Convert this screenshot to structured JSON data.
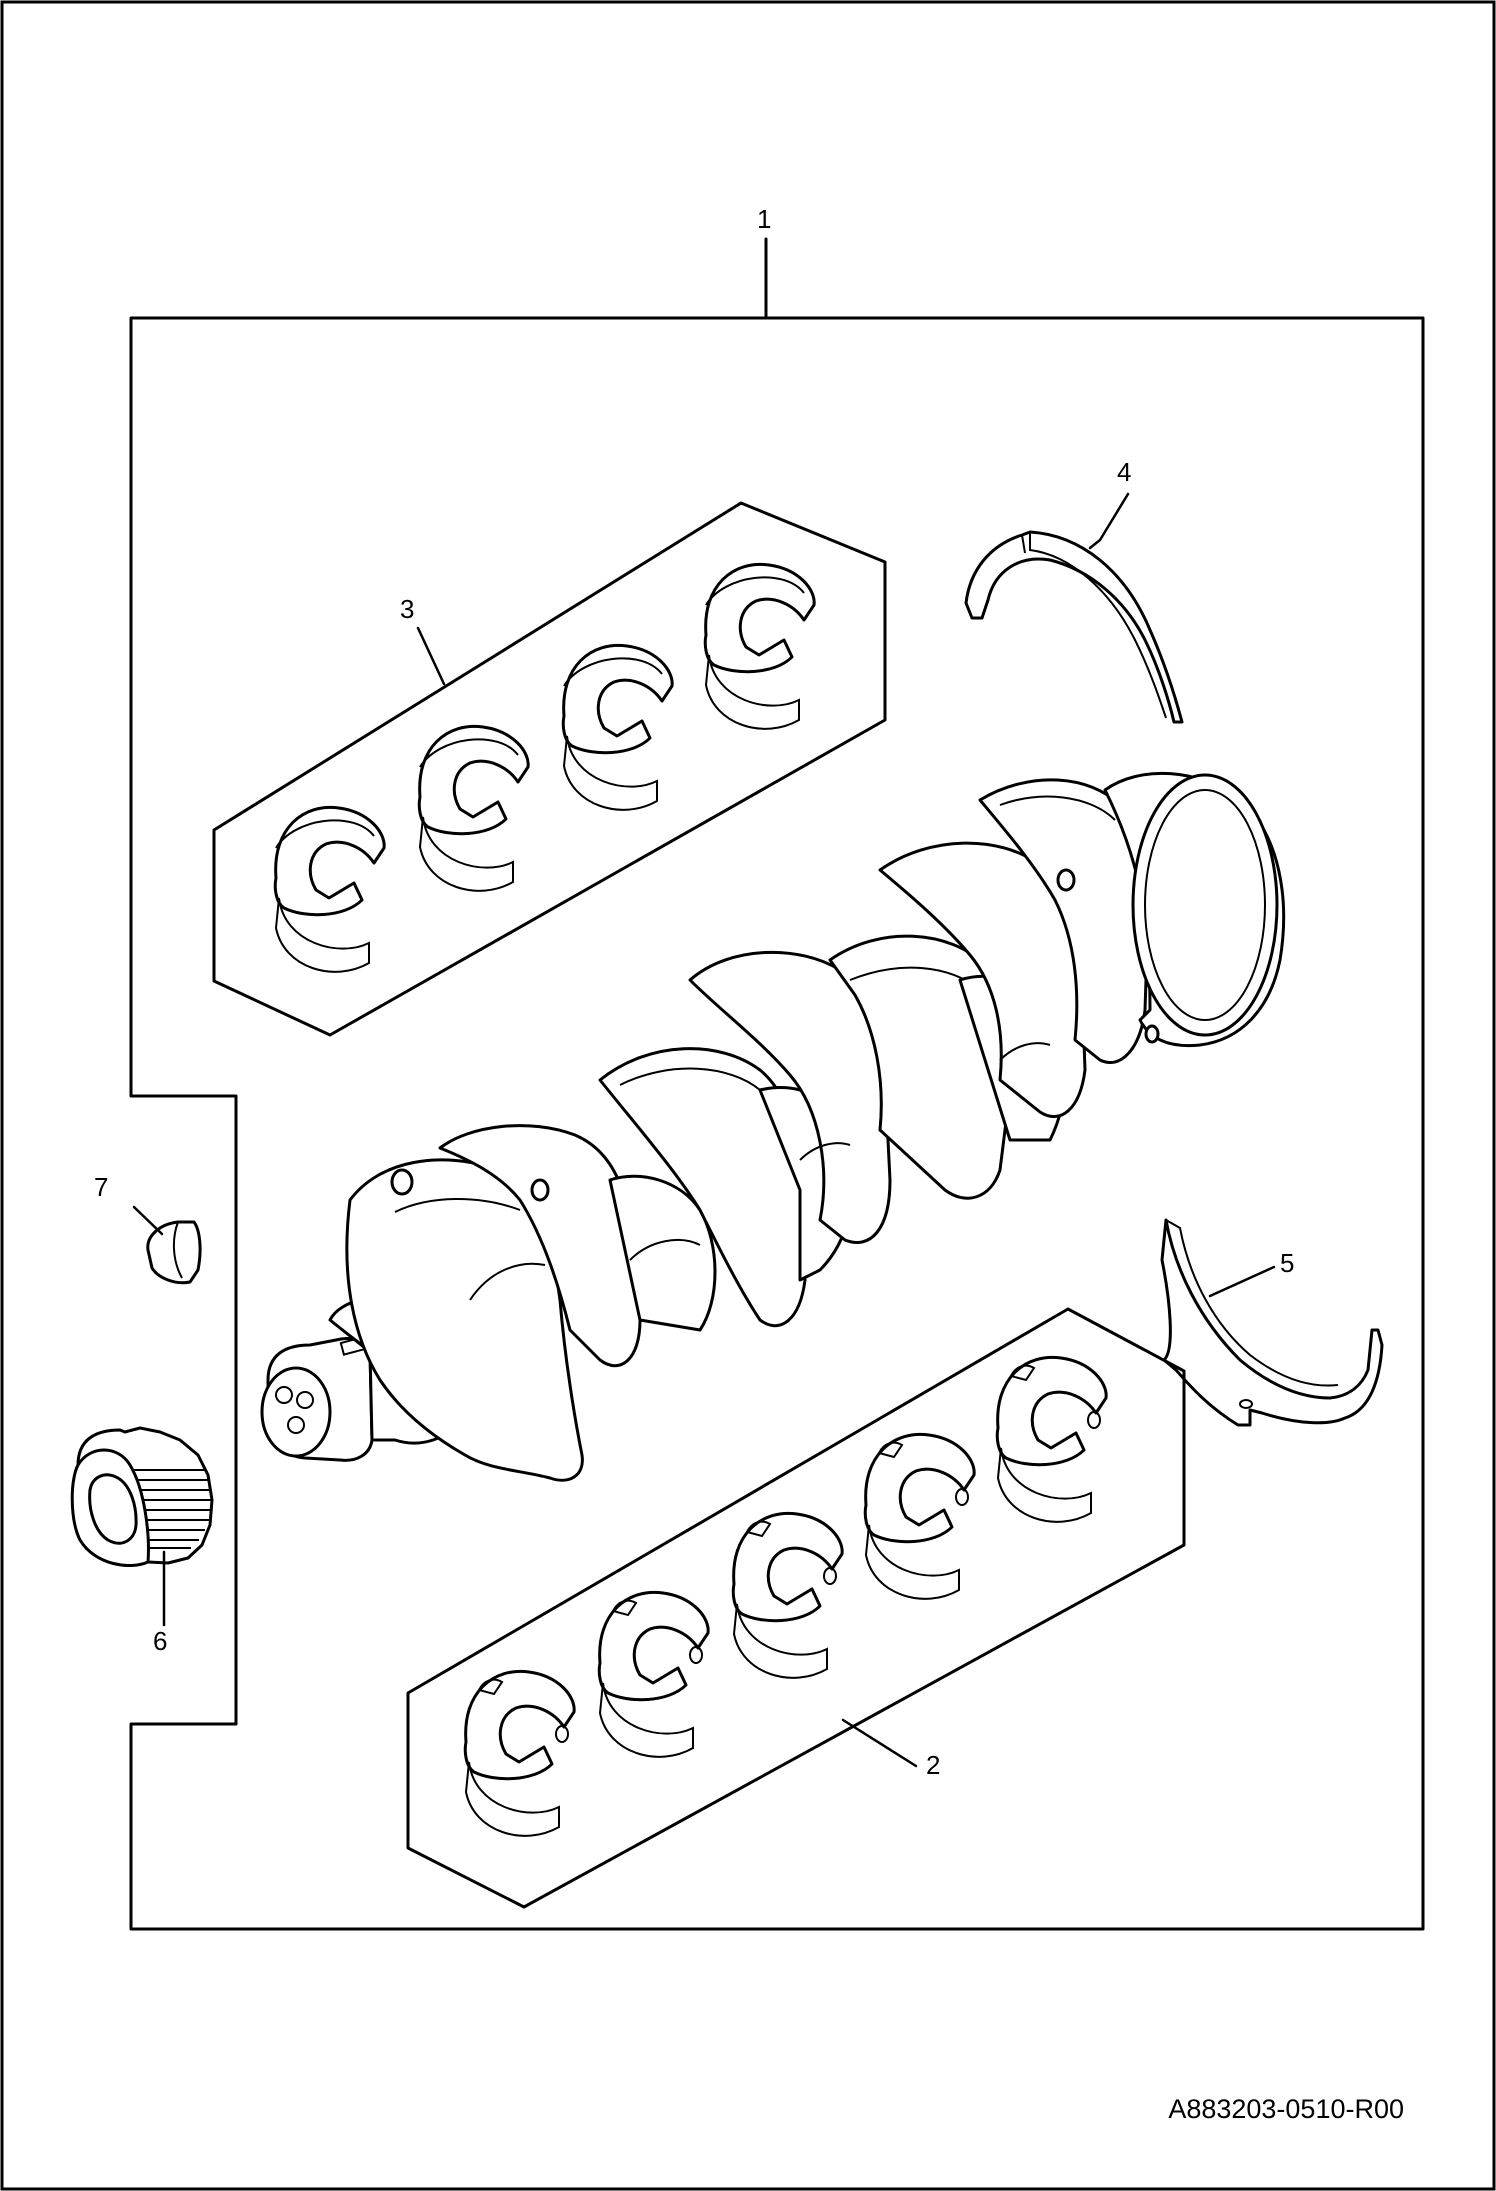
{
  "drawing_code": "A883203-0510-R00",
  "callouts": {
    "c1": "1",
    "c2": "2",
    "c3": "3",
    "c4": "4",
    "c5": "5",
    "c6": "6",
    "c7": "7"
  },
  "colors": {
    "line": "#000000",
    "background": "#ffffff"
  }
}
